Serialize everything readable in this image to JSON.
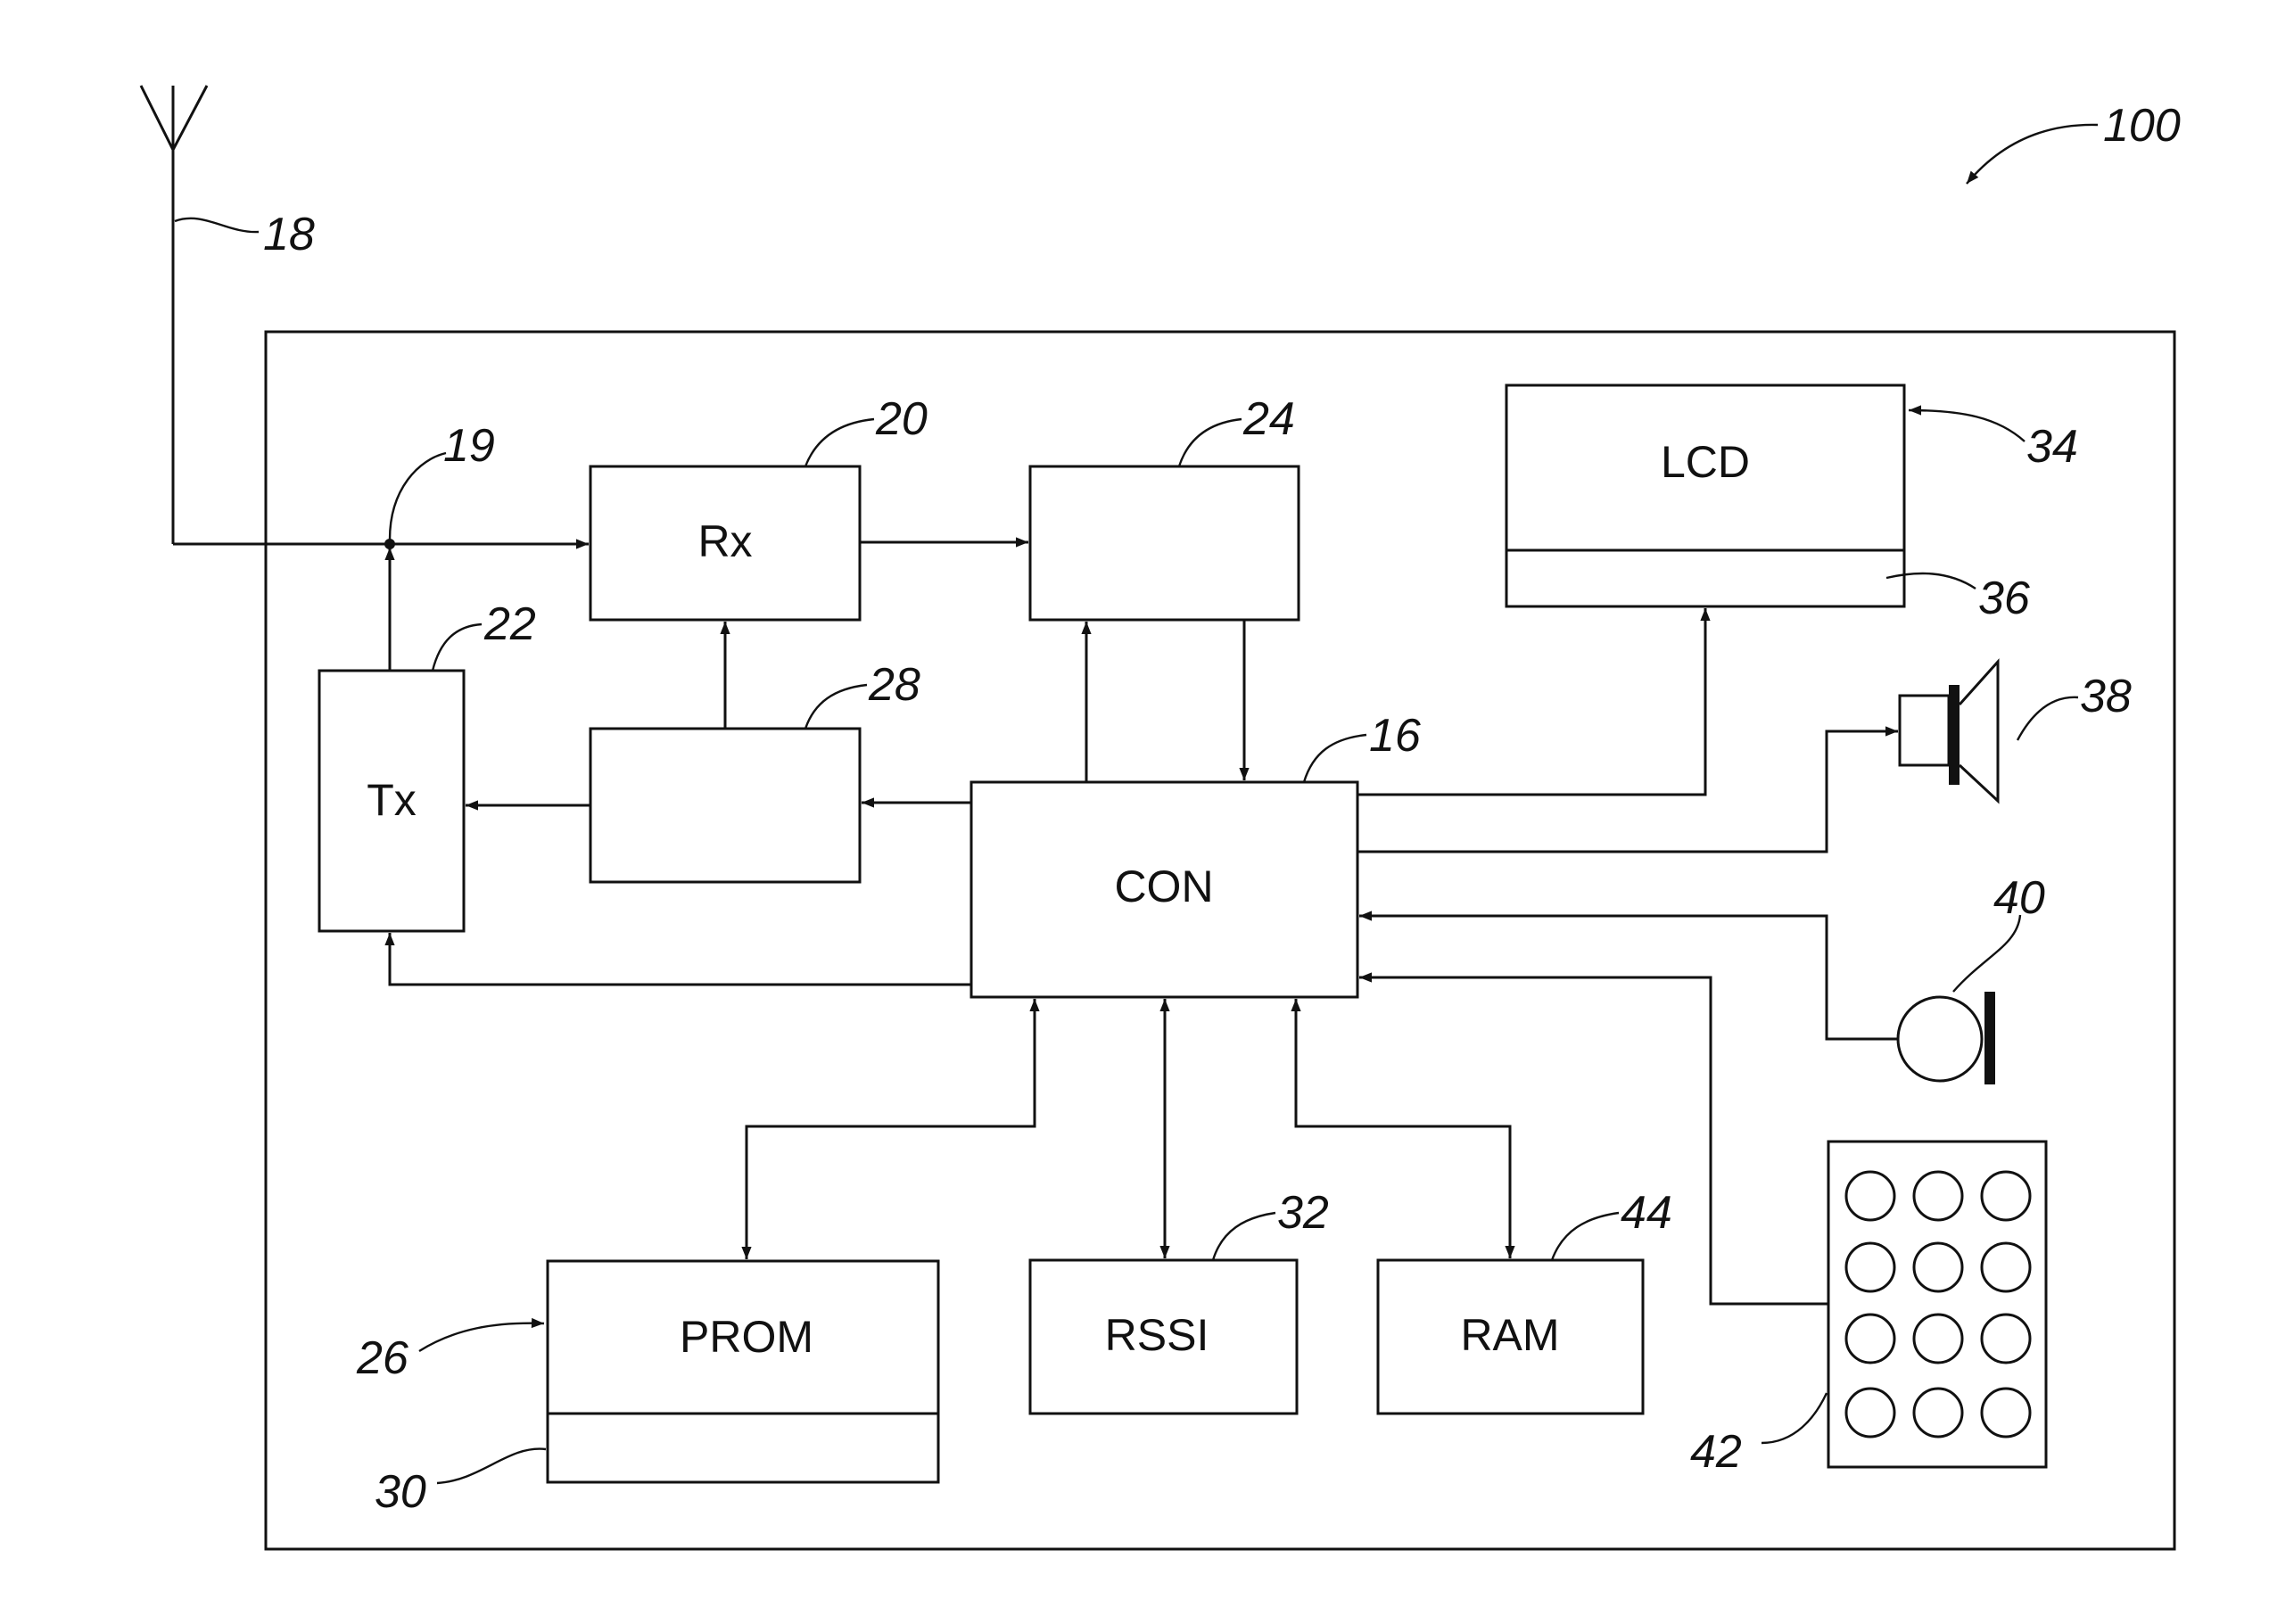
{
  "blocks": {
    "rx": "Rx",
    "tx": "Tx",
    "lcd": "LCD",
    "con": "CON",
    "prom": "PROM",
    "rssi": "RSSI",
    "ram": "RAM"
  },
  "refs": {
    "r100": "100",
    "r18": "18",
    "r19": "19",
    "r20": "20",
    "r22": "22",
    "r24": "24",
    "r28": "28",
    "r16": "16",
    "r34": "34",
    "r36": "36",
    "r38": "38",
    "r40": "40",
    "r42": "42",
    "r26": "26",
    "r30": "30",
    "r32": "32",
    "r44": "44"
  },
  "icons": [
    "antenna-icon",
    "speaker-icon",
    "microphone-icon",
    "keypad-icon"
  ]
}
